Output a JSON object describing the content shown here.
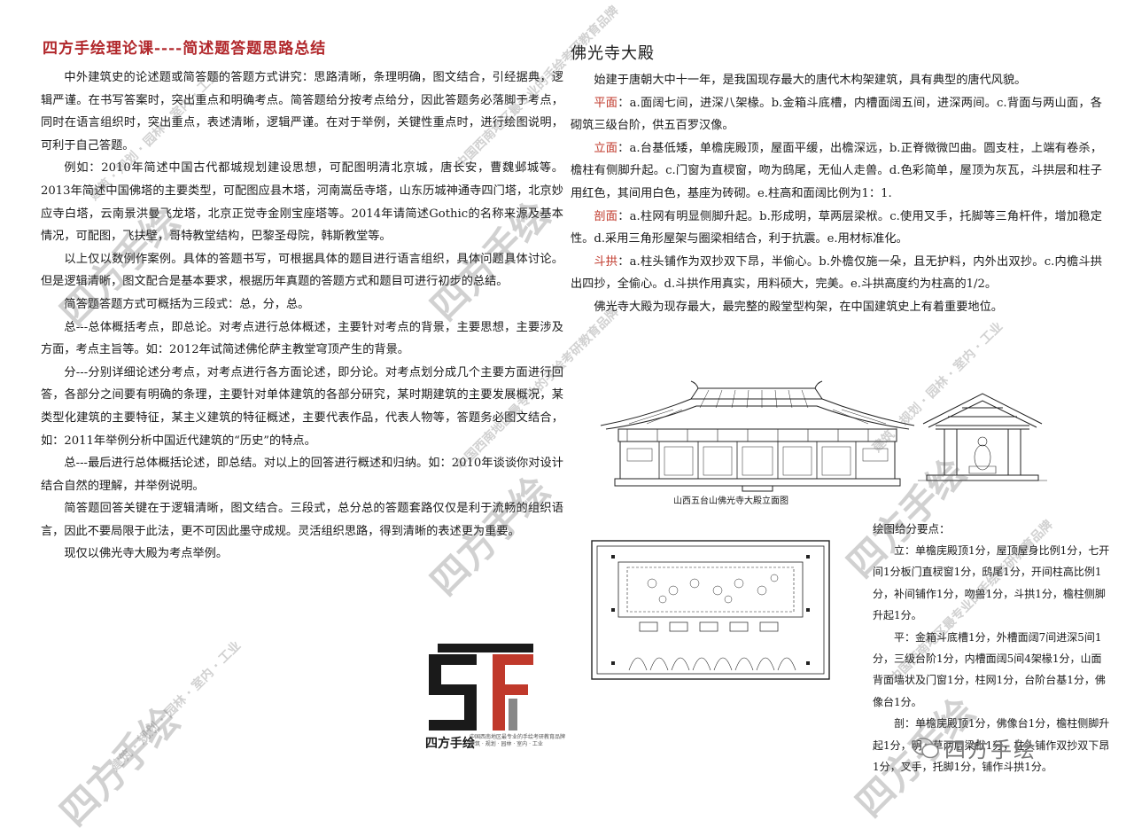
{
  "left": {
    "title": "四方手绘理论课----简述题答题思路总结",
    "paragraphs": [
      "中外建筑史的论述题或简答题的答题方式讲究：思路清晰，条理明确，图文结合，引经据典，逻辑严谨。在书写答案时，突出重点和明确考点。简答题给分按考点给分，因此答题务必落脚于考点，同时在语言组织时，突出重点，表述清晰，逻辑严谨。在对于举例，关键性重点时，进行绘图说明，可利于自己答题。",
      "例如：2010年简述中国古代都城规划建设思想，可配图明清北京城，唐长安，曹魏邺城等。2013年简述中国佛塔的主要类型，可配图应县木塔，河南嵩岳寺塔，山东历城神通寺四门塔，北京妙应寺白塔，云南景洪曼飞龙塔，北京正觉寺金刚宝座塔等。2014年请简述Gothic的名称来源及基本情况，可配图，飞扶壁，哥特教堂结构，巴黎圣母院，韩斯教堂等。",
      "以上仅以数例作案例。具体的答题书写，可根据具体的题目进行语言组织，具体问题具体讨论。但是逻辑清晰，图文配合是基本要求，根据历年真题的答题方式和题目可进行初步的总结。",
      "简答题答题方式可概括为三段式：总，分，总。",
      "总---总体概括考点，即总论。对考点进行总体概述，主要针对考点的背景，主要思想，主要涉及方面，考点主旨等。如：2012年试简述佛伦萨主教堂穹顶产生的背景。",
      "分---分别详细论述分考点，对考点进行各方面论述，即分论。对考点划分成几个主要方面进行回答，各部分之间要有明确的条理，主要针对单体建筑的各部分研究，某时期建筑的主要发展概况，某类型化建筑的主要特征，某主义建筑的特征概述，主要代表作品，代表人物等，答题务必图文结合，如：2011年举例分析中国近代建筑的“历史”的特点。",
      "总---最后进行总体概括论述，即总结。对以上的回答进行概述和归纳。如：2010年谈谈你对设计结合自然的理解，并举例说明。",
      "简答题回答关键在于逻辑清晰，图文结合。三段式，总分总的答题套路仅仅是利于流畅的组织语言，因此不要局限于此法，更不可因此墨守成规。灵活组织思路，得到清晰的表述更为重要。",
      "现仅以佛光寺大殿为考点举例。"
    ]
  },
  "right": {
    "title": "佛光寺大殿",
    "intro": "始建于唐朝大中十一年，是我国现存最大的唐代木构架建筑，具有典型的唐代风貌。",
    "items": [
      {
        "label": "平面",
        "text": "：a.面阔七间，进深八架椽。b.金箱斗底槽，内槽面阔五间，进深两间。c.背面与两山面，各砌筑三级台阶，供五百罗汉像。"
      },
      {
        "label": "立面",
        "text": "：a.台基低矮，单檐庑殿顶，屋面平缓，出檐深远，b.正脊微微凹曲。圆支柱，上端有卷杀，檐柱有侧脚升起。c.门窗为直棂窗，吻为鸱尾，无仙人走兽。d.色彩简单，屋顶为灰瓦，斗拱层和柱子用红色，其间用白色，基座为砖砌。e.柱高和面阔比例为1：1."
      },
      {
        "label": "剖面",
        "text": "：a.柱网有明显侧脚升起。b.形成明，草两层梁栿。c.使用叉手，托脚等三角杆件，增加稳定性。d.采用三角形屋架与圈梁相结合，利于抗震。e.用材标准化。"
      },
      {
        "label": "斗拱",
        "text": "：a.柱头铺作为双抄双下昂，半偷心。b.外檐仅施一朵，且无护料，内外出双抄。c.内檐斗拱出四抄，全偷心。d.斗拱作用真实，用料硕大，完美。e.斗拱高度约为柱高的1/2。"
      }
    ],
    "conclusion": "佛光寺大殿为现存最大，最完整的殿堂型构架，在中国建筑史上有着重要地位。",
    "figure_caption": "山西五台山佛光寺大殿立面图",
    "notes_title": "绘图给分要点：",
    "notes": [
      "立：单檐庑殿顶1分，屋顶屋身比例1分，七开间1分板门直棂窗1分，鸱尾1分，开间柱高比例1分，补间铺作1分，吻兽1分，斗拱1分，檐柱侧脚升起1分。",
      "平：金箱斗底槽1分，外槽面阔7间进深5间1分，三级台阶1分，内槽面阔5间4架椽1分，山面背面墙状及门窗1分，柱网1分，台阶台基1分，佛像台1分。",
      "剖：单檐庑殿顶1分，佛像台1分，檐柱侧脚升起1分，明，草两层梁栿1分，柱头铺作双抄双下昂1分，叉手，托脚1分，铺作斗拱1分。"
    ]
  },
  "logo": {
    "mark": "SF",
    "name": "四方手绘",
    "sub1": "中国西南地区最专业的手绘考研教育品牌",
    "sub2": "建筑 · 规划 · 园林 · 室内 · 工业"
  },
  "watermark": {
    "big": "四方手绘",
    "small": "中国西南地区最专业的手绘考研教育品牌",
    "small2": "建筑 · 规划 · 园林 · 室内 · 工业"
  },
  "wechat": {
    "label": "四方手绘"
  },
  "colors": {
    "accent": "#b1272b",
    "logo_red": "#c0392b",
    "logo_dark": "#1a1a1a"
  }
}
